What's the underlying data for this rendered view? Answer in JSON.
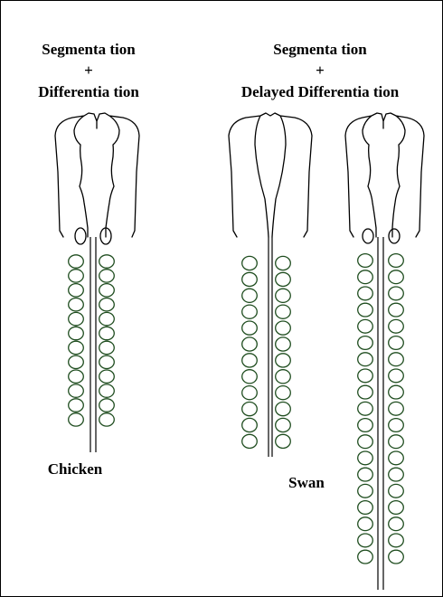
{
  "headings": {
    "left": {
      "line1": "Segmenta tion",
      "line2": "+",
      "line3": "Differentia tion"
    },
    "right": {
      "line1": "Segmenta tion",
      "line2": "+",
      "line3": "Delayed Differentia tion"
    }
  },
  "species": {
    "chicken": "Chicken",
    "swan": "Swan"
  },
  "embryos": [
    {
      "name": "chicken-embryo",
      "somite_pairs": 12
    },
    {
      "name": "swan-embryo-early",
      "somite_pairs": 12
    },
    {
      "name": "swan-embryo-late",
      "somite_pairs": 19
    }
  ],
  "colors": {
    "somite_stroke": "#1f4d1f",
    "outline": "#000000",
    "frame": "#000000"
  }
}
